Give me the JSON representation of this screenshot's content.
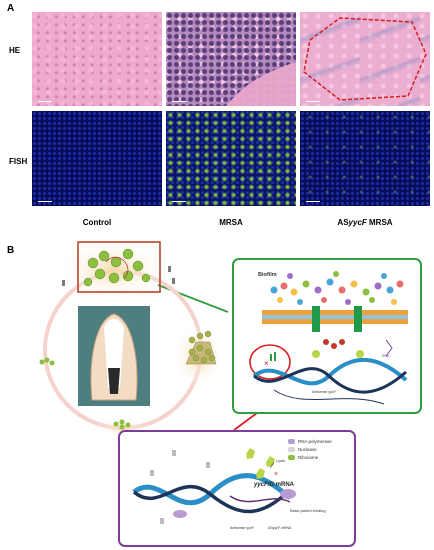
{
  "panel_a": {
    "letter": "A",
    "row_labels": {
      "he": "HE",
      "fish": "FISH"
    },
    "columns": [
      "Control",
      "MRSA",
      "ASyycF MRSA"
    ],
    "column_parts": {
      "third_prefix": "AS",
      "third_italic": "yycF",
      "third_suffix": " MRSA"
    }
  },
  "panel_b": {
    "letter": "B",
    "biofilm_label": "Biofilm",
    "as_yycf_label": "Antisense yycF",
    "rna_label": "RNA-",
    "legend": {
      "rna_polymerase": "RNA polymerase",
      "nuclease": "Nuclease",
      "ribosome": "Ribosome"
    },
    "lysis_label": "Lysis",
    "mrna_prefix": "yycF/G",
    "mrna_suffix": " mRNA",
    "base_paired": "Base-paired binding",
    "antisense_bottom": "Antisense yycF",
    "asyycf_mrna": "ASyycF mRNA",
    "colors": {
      "red_box": "#d62020",
      "green_box": "#2f9e3f",
      "purple_box": "#7b3f97",
      "dna_blue": "#2a8ec7",
      "dna_dark": "#1d3358",
      "bacteria": "#8cbf3f"
    }
  }
}
